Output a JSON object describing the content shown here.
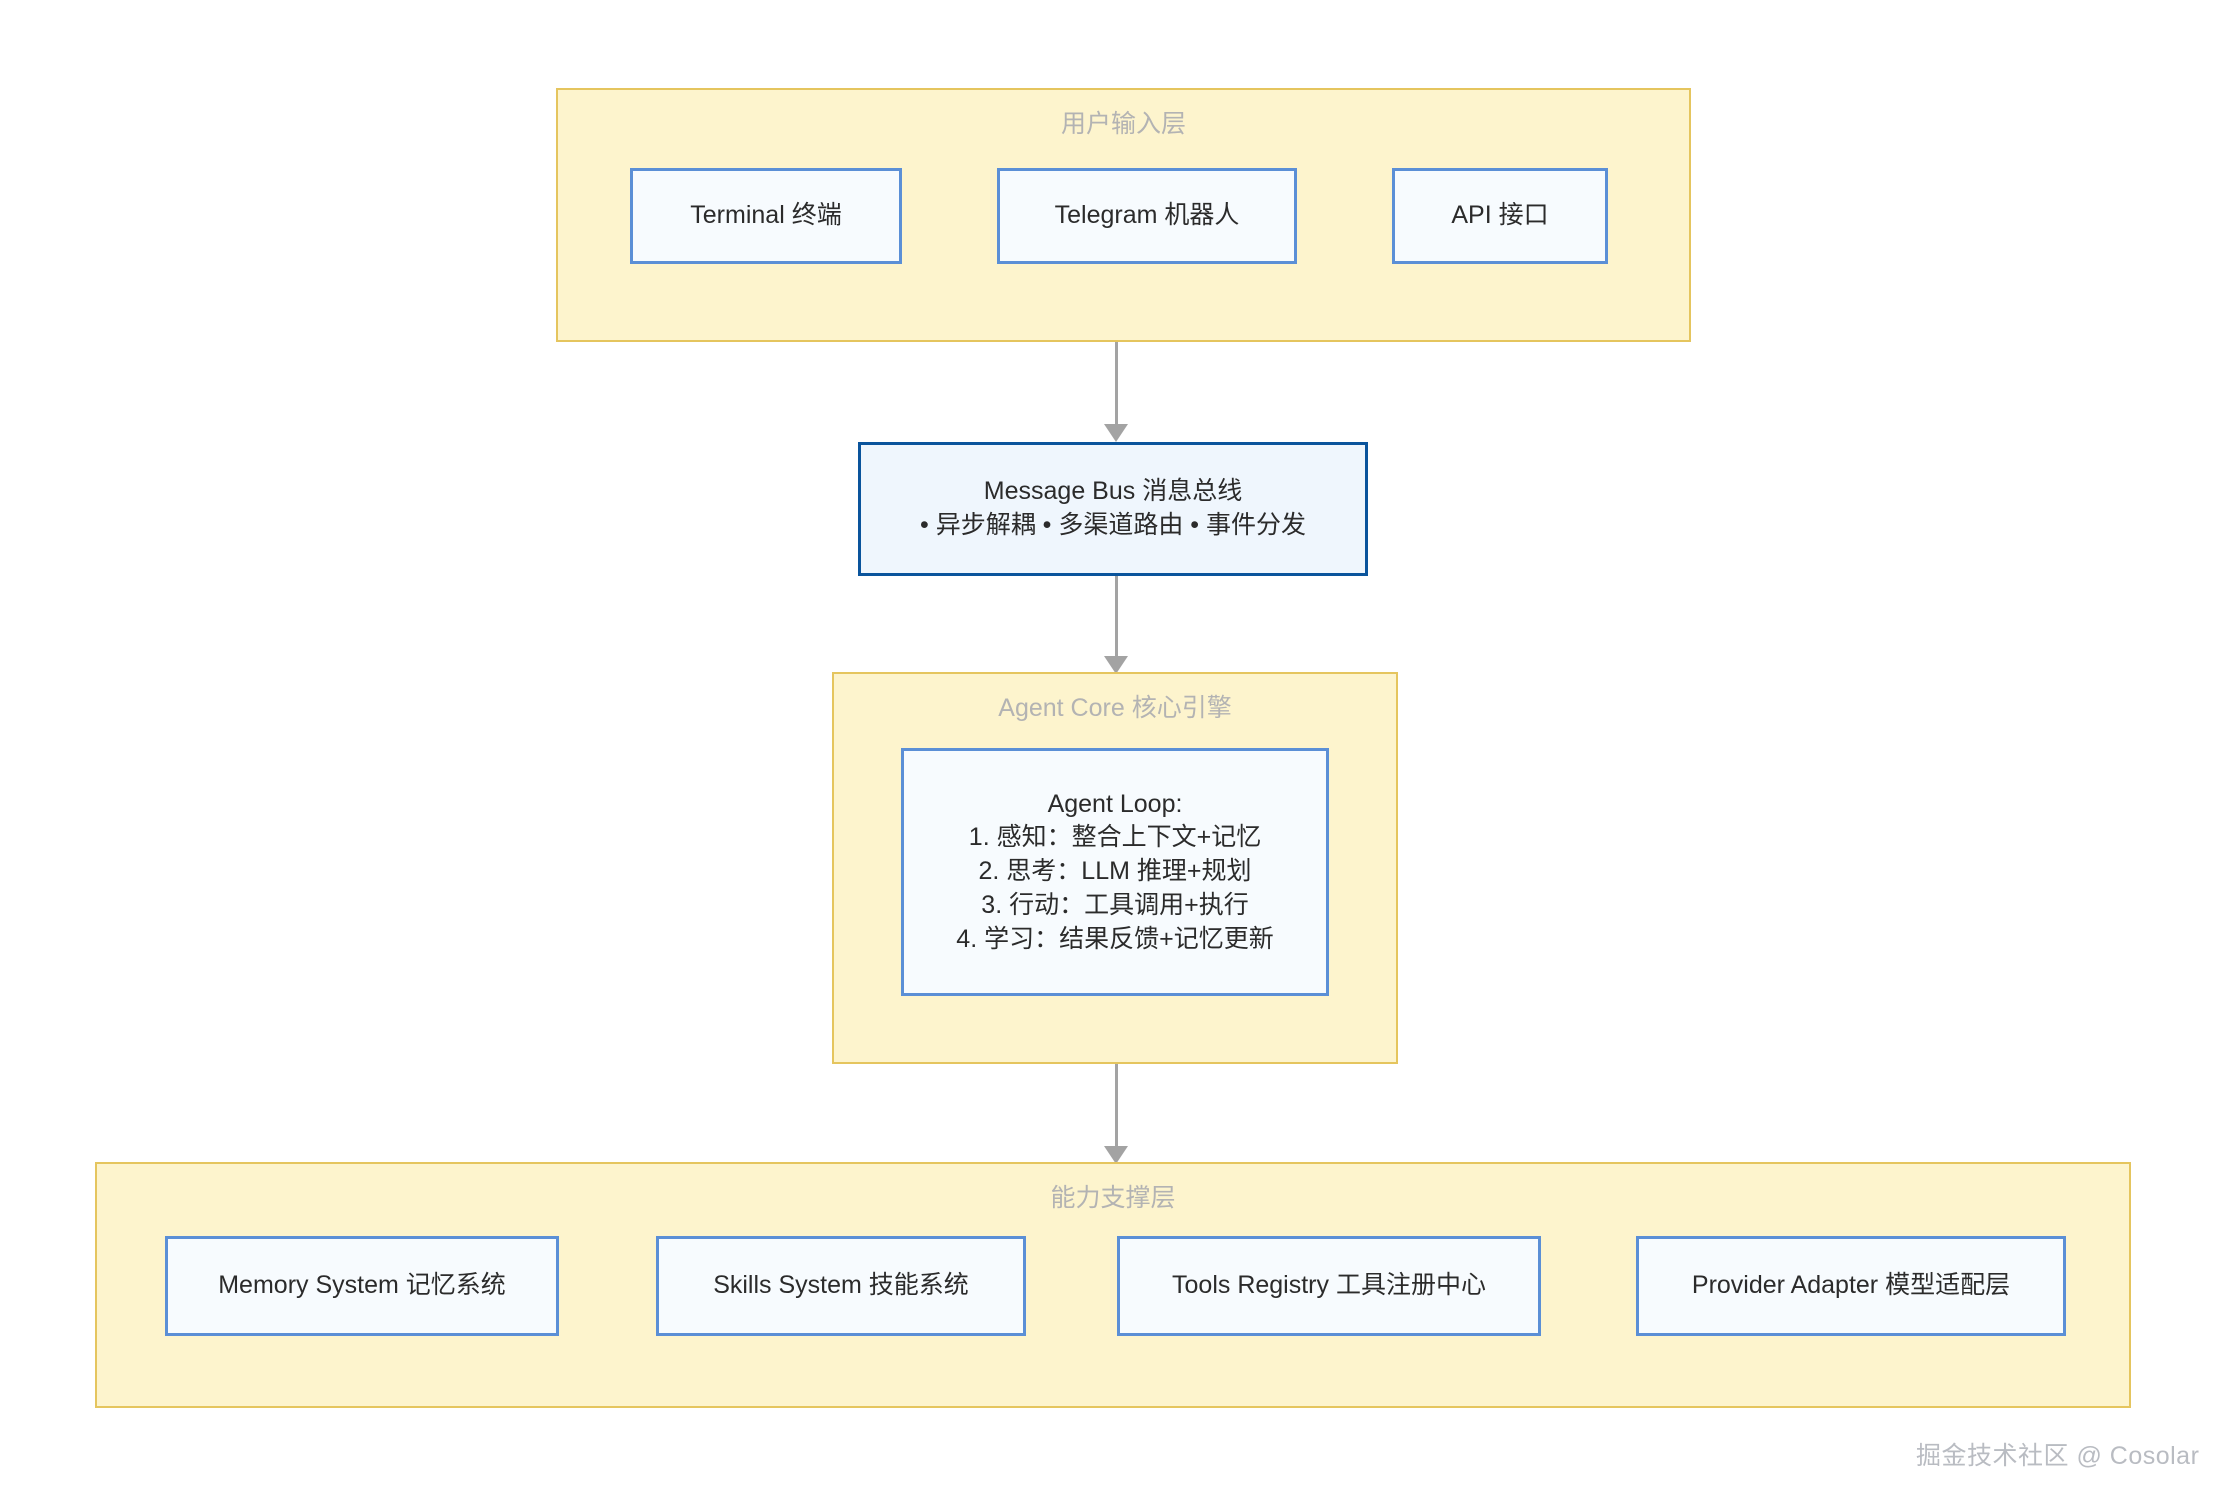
{
  "diagram": {
    "type": "layered-architecture-flowchart",
    "groups": [
      {
        "id": "user-input-layer",
        "title": "用户输入层",
        "nodes": [
          {
            "id": "terminal",
            "label": "Terminal 终端"
          },
          {
            "id": "telegram",
            "label": "Telegram 机器人"
          },
          {
            "id": "api",
            "label": "API 接口"
          }
        ]
      },
      {
        "id": "agent-core-layer",
        "title": "Agent Core 核心引擎",
        "nodes": [
          {
            "id": "agent-loop",
            "lines": [
              "Agent Loop:",
              "1. 感知：整合上下文+记忆",
              "2. 思考：LLM 推理+规划",
              "3. 行动：工具调用+执行",
              "4. 学习：结果反馈+记忆更新"
            ]
          }
        ]
      },
      {
        "id": "capability-layer",
        "title": "能力支撑层",
        "nodes": [
          {
            "id": "memory-system",
            "label": "Memory System 记忆系统"
          },
          {
            "id": "skills-system",
            "label": "Skills System 技能系统"
          },
          {
            "id": "tools-registry",
            "label": "Tools Registry 工具注册中心"
          },
          {
            "id": "provider-adapter",
            "label": "Provider Adapter 模型适配层"
          }
        ]
      }
    ],
    "message_bus": {
      "id": "message-bus",
      "lines": [
        "Message Bus 消息总线",
        "• 异步解耦 • 多渠道路由 • 事件分发"
      ]
    },
    "connectors": [
      {
        "id": "input-to-bus",
        "from": "user-input-layer",
        "to": "message-bus"
      },
      {
        "id": "bus-to-core",
        "from": "message-bus",
        "to": "agent-core-layer"
      },
      {
        "id": "core-to-capability",
        "from": "agent-core-layer",
        "to": "capability-layer"
      }
    ],
    "watermark": "掘金技术社区 @ Cosolar",
    "colors": {
      "group_fill": "#fdf4cd",
      "group_border": "#e5c55e",
      "group_title": "#b3b3b3",
      "node_fill": "#f7fbfe",
      "node_border": "#5b8fd6",
      "emphasis_border": "#0a549c",
      "connector": "#a3a3a3",
      "watermark": "#b9bcc2",
      "background": "#ffffff"
    }
  }
}
